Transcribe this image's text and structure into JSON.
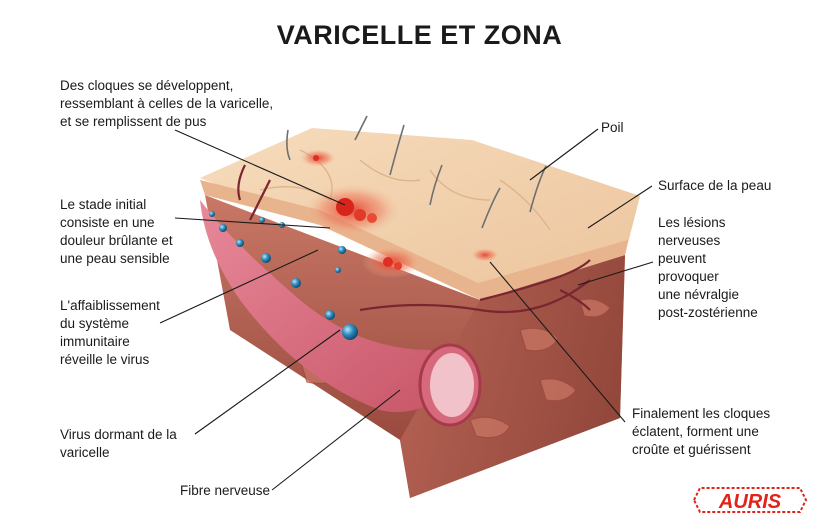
{
  "title": "VARICELLE ET ZONA",
  "labels": {
    "blisters_develop": "Des cloques se développent,\nressemblant à celles de la varicelle,\net se remplissent de pus",
    "initial_stage": "Le stade initial\nconsiste en une\ndouleur brûlante et\nune peau sensible",
    "immune_weakening": "L'affaiblissement\ndu système\nimmunitaire\nréveille le virus",
    "dormant_virus": "Virus dormant de la\nvaricelle",
    "nerve_fiber": "Fibre nerveuse",
    "hair": "Poil",
    "skin_surface": "Surface de la peau",
    "nerve_lesions": "Les lésions\nnerveuses\npeuvent\nprovoquer\nune névralgie\npost-zostérienne",
    "blisters_burst": "Finalement les cloques\néclatent, forment une\ncroûte et guérissent"
  },
  "logo": {
    "text": "AURIS",
    "color": "#e2231a"
  }
}
